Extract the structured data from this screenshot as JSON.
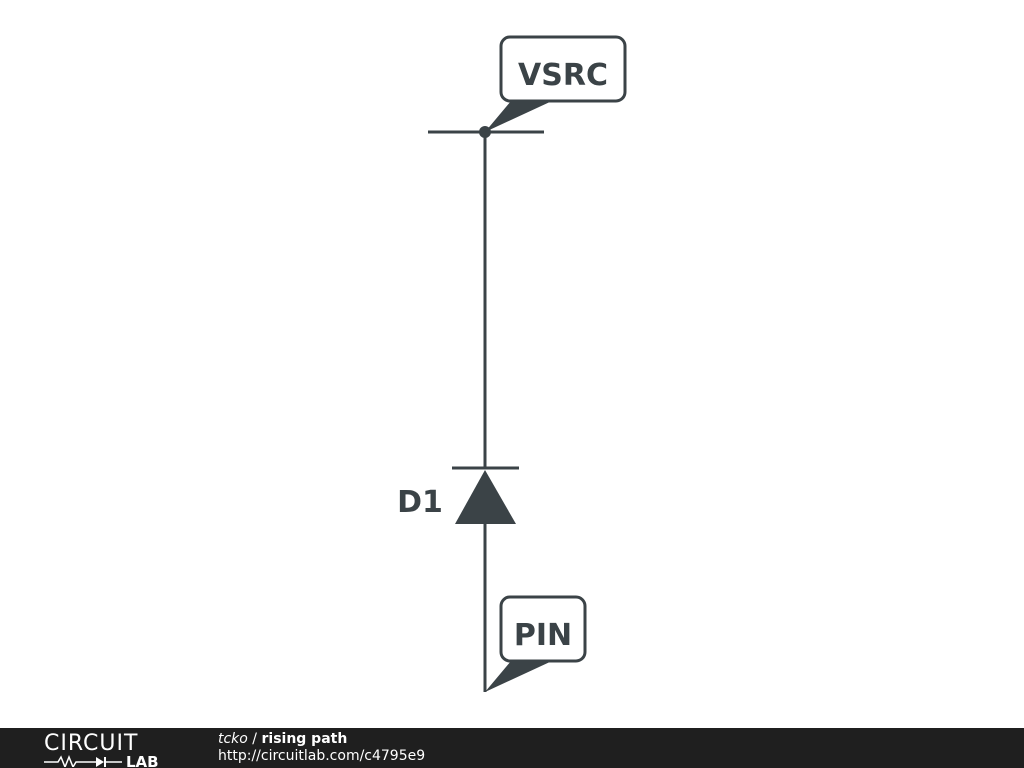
{
  "schematic": {
    "net_labels": {
      "top": "VSRC",
      "bottom": "PIN"
    },
    "components": [
      {
        "ref": "D1",
        "type": "diode"
      }
    ],
    "colors": {
      "stroke": "#3b4347",
      "background": "#ffffff"
    }
  },
  "footer": {
    "logo_top": "CIRCUIT",
    "logo_bottom": "LAB",
    "author": "tcko",
    "separator": " / ",
    "title": "rising path",
    "url": "http://circuitlab.com/c4795e9",
    "colors": {
      "background": "#1f1f1f",
      "text": "#ffffff"
    }
  }
}
